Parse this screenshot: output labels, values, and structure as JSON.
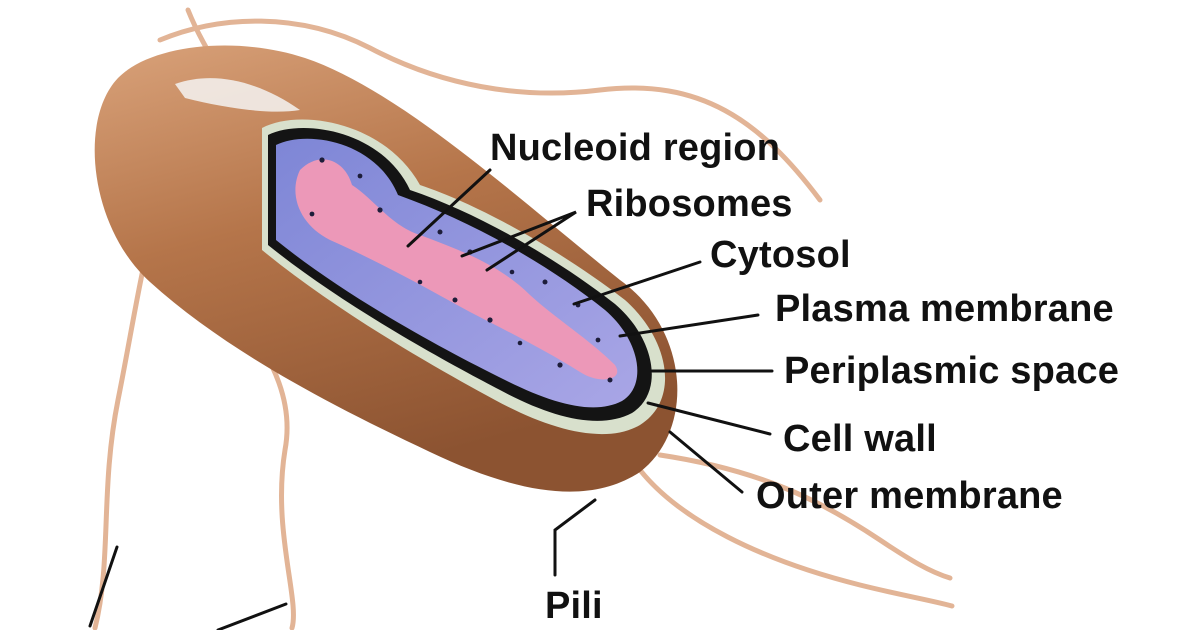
{
  "colors": {
    "background": "#ffffff",
    "outer_coat": "#b5754a",
    "flagellum": "#e2b496",
    "cytosol": "#8f8fd8",
    "nucleoid": "#ec98b8",
    "cell_wall": "#d8e0cc",
    "leader_line": "#111111"
  },
  "labels": {
    "nucleoid_region": "Nucleoid region",
    "ribosomes": "Ribosomes",
    "cytosol": "Cytosol",
    "plasma_membrane": "Plasma membrane",
    "periplasmic_space": "Periplasmic space",
    "cell_wall": "Cell wall",
    "outer_membrane": "Outer membrane",
    "pili": "Pili"
  }
}
